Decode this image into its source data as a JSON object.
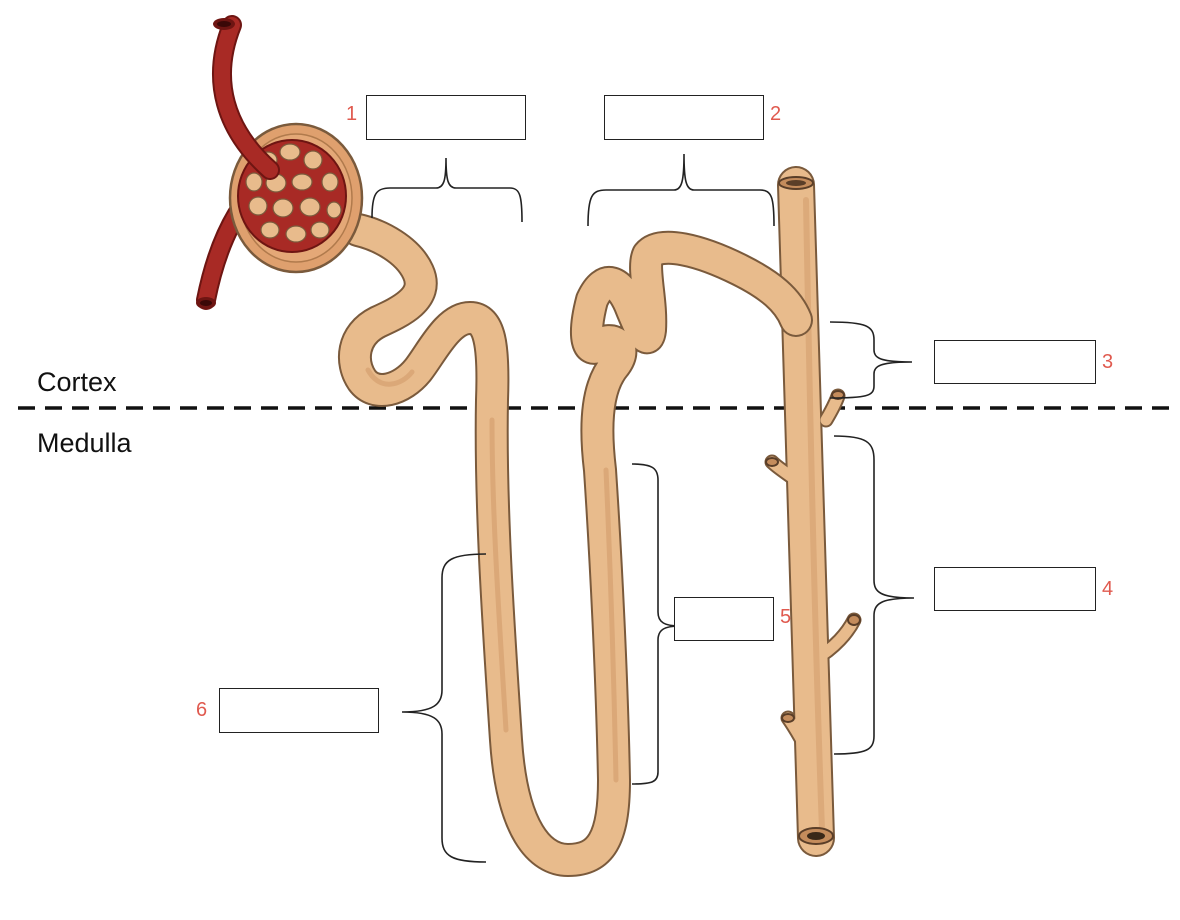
{
  "regions": {
    "upper": "Cortex",
    "lower": "Medulla"
  },
  "label_numbers": [
    "1",
    "2",
    "3",
    "4",
    "5",
    "6"
  ],
  "label_values": [
    "",
    "",
    "",
    "",
    "",
    ""
  ],
  "colors": {
    "tubule_fill": "#e8bb8c",
    "tubule_outline": "#7a5a3c",
    "tubule_highlight": "#d7a272",
    "capsule_fill": "#dfa06e",
    "vessel_red": "#a82a25",
    "vessel_dark": "#6e1512",
    "number_red": "#e05a4f",
    "bracket": "#222222",
    "boundary_line": "#111111"
  }
}
